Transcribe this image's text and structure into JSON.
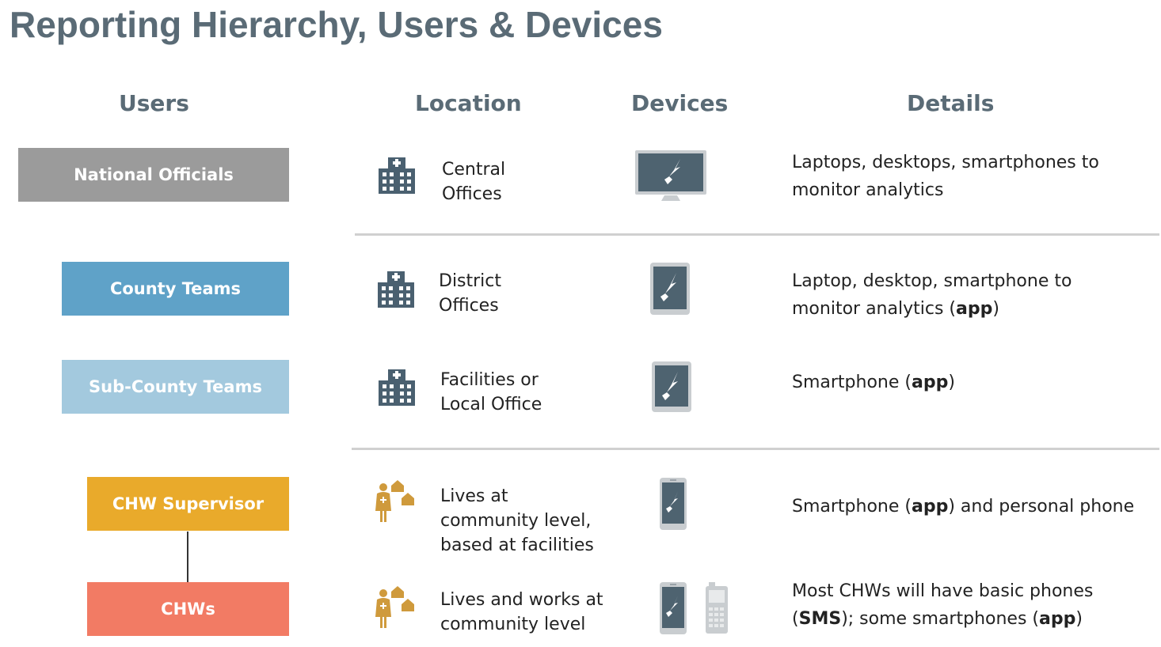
{
  "title": "Reporting Hierarchy, Users & Devices",
  "headers": {
    "users": "Users",
    "location": "Location",
    "devices": "Devices",
    "details": "Details"
  },
  "colors": {
    "national": "#9b9b9b",
    "county": "#5fa2c8",
    "subcounty": "#a3c9de",
    "supervisor": "#e9aa2b",
    "chw": "#f27b64",
    "icon_dark": "#4a6070",
    "icon_gold": "#cf9a3c"
  },
  "rows": [
    {
      "user": "National Officials",
      "location": "Central\nOffices",
      "location_icon": "hospital-building-icon",
      "devices": [
        "desktop-monitor-icon"
      ],
      "details": [
        {
          "t": "Laptops, desktops, smartphones to monitor analytics"
        }
      ]
    },
    {
      "user": "County Teams",
      "location": "District\nOffices",
      "location_icon": "hospital-building-icon",
      "devices": [
        "tablet-icon"
      ],
      "details": [
        {
          "t": "Laptop, desktop, smartphone to monitor analytics ("
        },
        {
          "b": "app"
        },
        {
          "t": ")"
        }
      ]
    },
    {
      "user": "Sub-County Teams",
      "location": "Facilities or\nLocal Office",
      "location_icon": "hospital-building-icon",
      "devices": [
        "tablet-icon"
      ],
      "details": [
        {
          "t": "Smartphone ("
        },
        {
          "b": "app"
        },
        {
          "t": ")"
        }
      ]
    },
    {
      "user": "CHW Supervisor",
      "location": "Lives at\ncommunity level,\nbased at facilities",
      "location_icon": "community-worker-icon",
      "devices": [
        "smartphone-icon"
      ],
      "details": [
        {
          "t": "Smartphone ("
        },
        {
          "b": "app"
        },
        {
          "t": ") and personal phone"
        }
      ]
    },
    {
      "user": "CHWs",
      "location": "Lives and works at\ncommunity level",
      "location_icon": "community-worker-icon",
      "devices": [
        "smartphone-icon",
        "basic-phone-icon"
      ],
      "details": [
        {
          "t": "Most CHWs will have basic phones ("
        },
        {
          "b": "SMS"
        },
        {
          "t": "); some smartphones ("
        },
        {
          "b": "app"
        },
        {
          "t": ")"
        }
      ]
    }
  ]
}
